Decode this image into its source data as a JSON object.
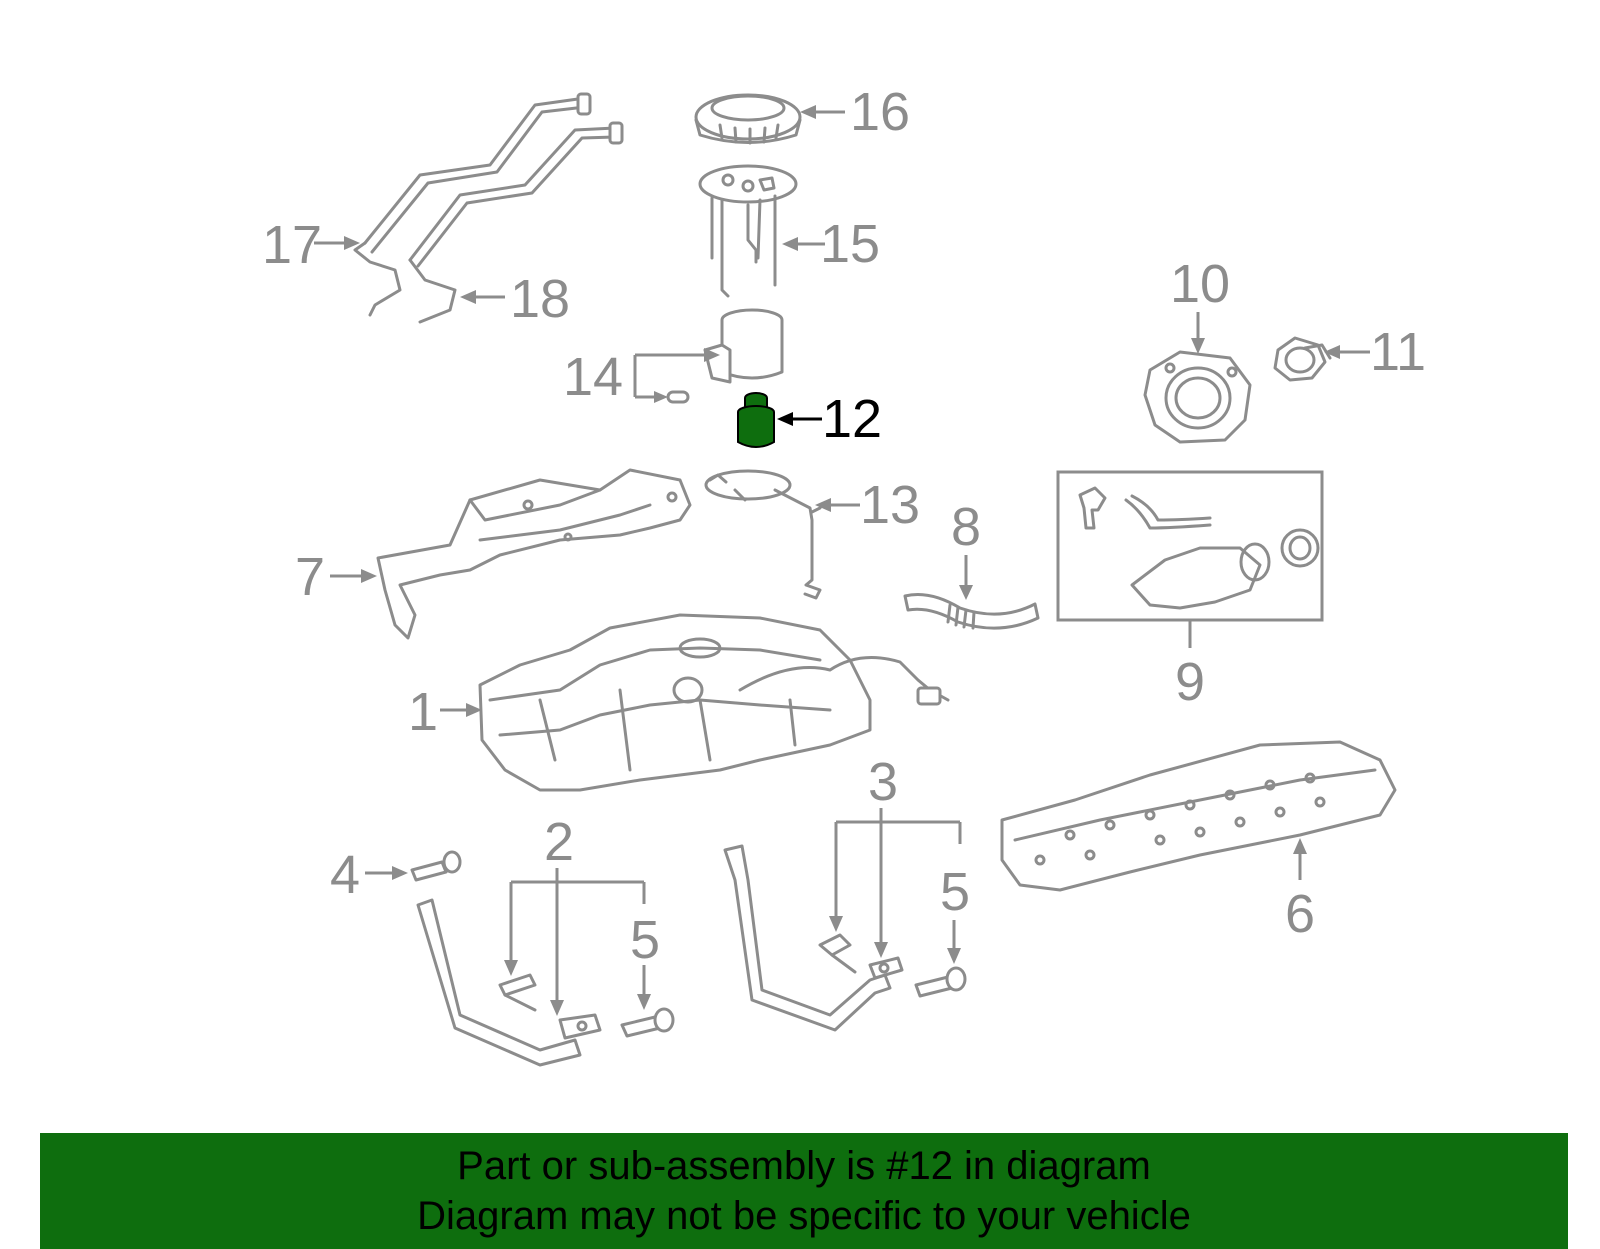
{
  "diagram": {
    "highlight_color": "#0e6e0e",
    "line_color": "#8c8c8c",
    "callouts": {
      "c1": "1",
      "c2": "2",
      "c3": "3",
      "c4": "4",
      "c5a": "5",
      "c5b": "5",
      "c6": "6",
      "c7": "7",
      "c8": "8",
      "c9": "9",
      "c10": "10",
      "c11": "11",
      "c12": "12",
      "c13": "13",
      "c14": "14",
      "c15": "15",
      "c16": "16",
      "c17": "17",
      "c18": "18"
    }
  },
  "banner": {
    "line1": "Part or sub-assembly is #12 in diagram",
    "line2": "Diagram may not be specific to your vehicle",
    "background": "#0e6e0e"
  }
}
